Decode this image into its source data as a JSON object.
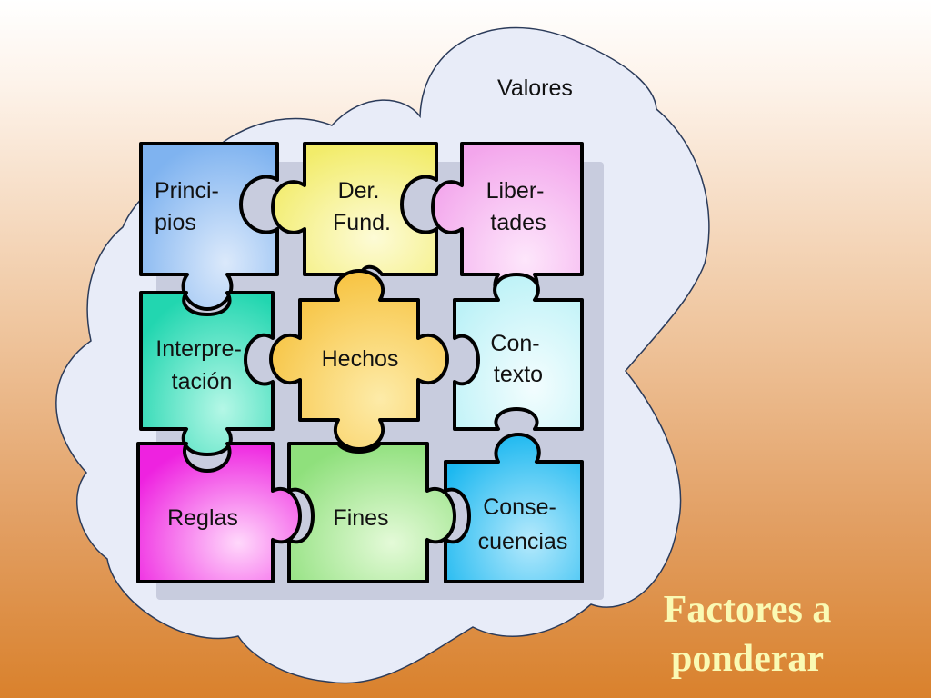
{
  "cloud": {
    "label": "Valores",
    "color": "#e8ecf8"
  },
  "title": {
    "line1": "Factores a",
    "line2": "ponderar",
    "color": "#fafab4"
  },
  "pieces": [
    {
      "id": "principios",
      "lines": [
        "Princi-",
        "pios"
      ],
      "color": "#7fb3f0",
      "light": "#dbe9fb"
    },
    {
      "id": "der-fund",
      "lines": [
        "Der.",
        "Fund."
      ],
      "color": "#f2ec6a",
      "light": "#fdfbd6"
    },
    {
      "id": "libertades",
      "lines": [
        "Liber-",
        "tades"
      ],
      "color": "#f3a6ec",
      "light": "#fde6fb"
    },
    {
      "id": "interpretacion",
      "lines": [
        "Interpre-",
        "tación"
      ],
      "color": "#22d6b0",
      "light": "#b4f7e6"
    },
    {
      "id": "hechos",
      "lines": [
        "Hechos"
      ],
      "color": "#f7c340",
      "light": "#fdeba8"
    },
    {
      "id": "contexto",
      "lines": [
        "Con-",
        "texto"
      ],
      "color": "#bdf2f7",
      "light": "#f3fdfe"
    },
    {
      "id": "reglas",
      "lines": [
        "Reglas"
      ],
      "color": "#ee22e0",
      "light": "#ffd8fb"
    },
    {
      "id": "fines",
      "lines": [
        "Fines"
      ],
      "color": "#8fe07c",
      "light": "#e4fad8"
    },
    {
      "id": "consecuencias",
      "lines": [
        "Conse-",
        "cuencias"
      ],
      "color": "#1cb8f0",
      "light": "#b5e9fc"
    }
  ]
}
